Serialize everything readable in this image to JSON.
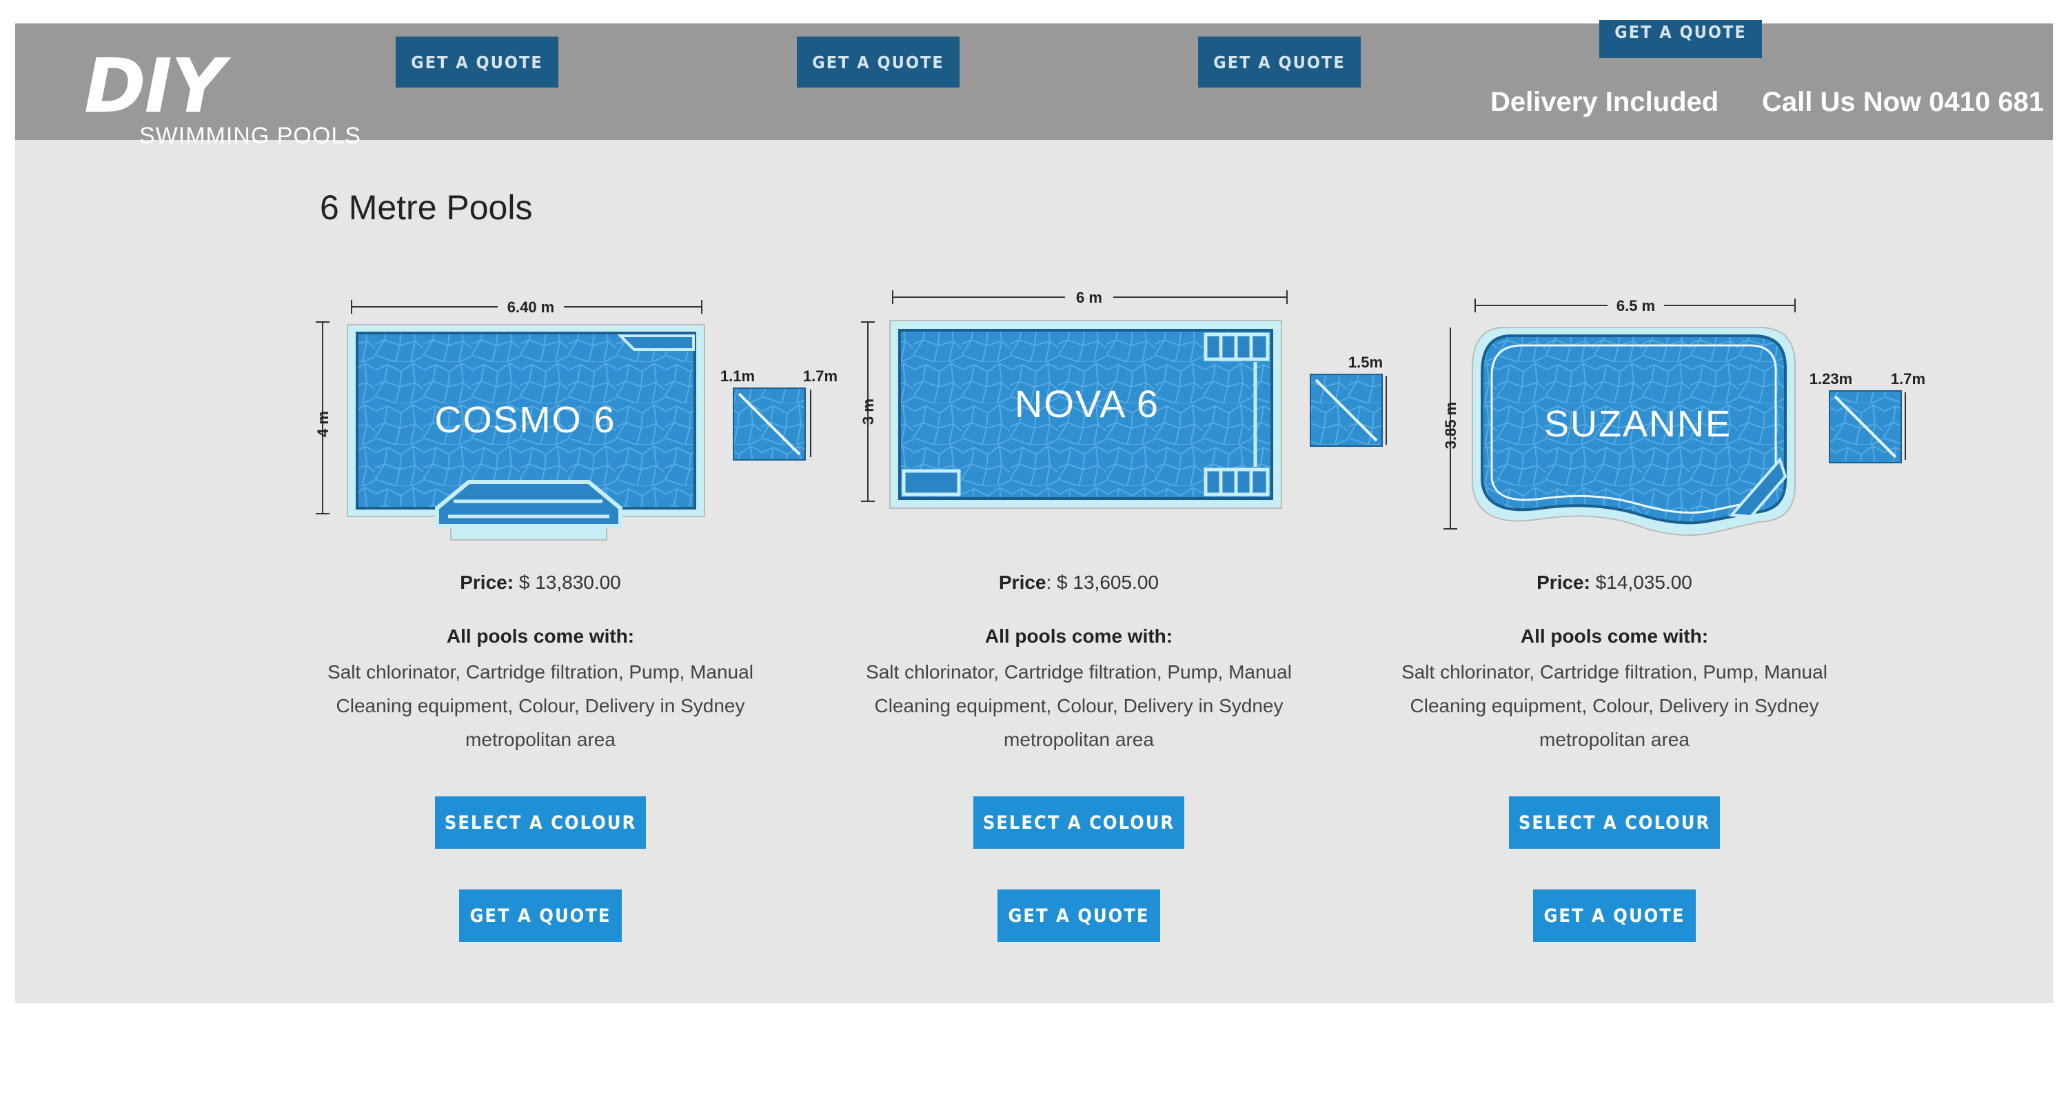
{
  "header": {
    "logo": {
      "mark": "DIY",
      "sub": "SWIMMING POOLS"
    },
    "quote_buttons": [
      "GET A QUOTE",
      "GET A QUOTE",
      "GET A QUOTE",
      "GET A QUOTE"
    ],
    "delivery_text": "Delivery Included",
    "call_text": "Call Us Now 0410 681"
  },
  "section": {
    "title": "6 Metre Pools"
  },
  "pools": [
    {
      "name": "COSMO 6",
      "dims": {
        "length": "6.40 m",
        "width": "4 m",
        "depth_shallow": "1.1m",
        "depth_deep": "1.7m"
      },
      "price_label": "Price:",
      "price_value": " $ 13,830.00",
      "includes_heading": "All pools come with:",
      "includes_text": "Salt chlorinator, Cartridge filtration, Pump, Manual Cleaning equipment, Colour, Delivery in Sydney metropolitan area",
      "select_colour": "SELECT A COLOUR",
      "get_quote": "GET A QUOTE"
    },
    {
      "name": "NOVA 6",
      "dims": {
        "length": "6 m",
        "width": "3 m",
        "depth": "1.5m"
      },
      "price_label": "Price",
      "price_value": ": $ 13,605.00",
      "includes_heading": "All pools come with:",
      "includes_text": "Salt chlorinator, Cartridge filtration, Pump, Manual Cleaning equipment, Colour, Delivery in Sydney metropolitan area",
      "select_colour": "SELECT A COLOUR",
      "get_quote": "GET A QUOTE"
    },
    {
      "name": "SUZANNE",
      "dims": {
        "length": "6.5 m",
        "width": "3.85 m",
        "depth_shallow": "1.23m",
        "depth_deep": "1.7m"
      },
      "price_label": "Price:",
      "price_value": " $14,035.00",
      "includes_heading": "All pools come with:",
      "includes_text": "Salt chlorinator, Cartridge filtration, Pump, Manual Cleaning equipment, Colour, Delivery in Sydney metropolitan area",
      "select_colour": "SELECT A COLOUR",
      "get_quote": "GET A QUOTE"
    }
  ],
  "colors": {
    "header_bg": "#999999",
    "content_bg": "#e6e6e6",
    "pool_blue": "#2f8fd0",
    "button_blue": "#1f8fd6",
    "header_button": "#1b5b86"
  }
}
